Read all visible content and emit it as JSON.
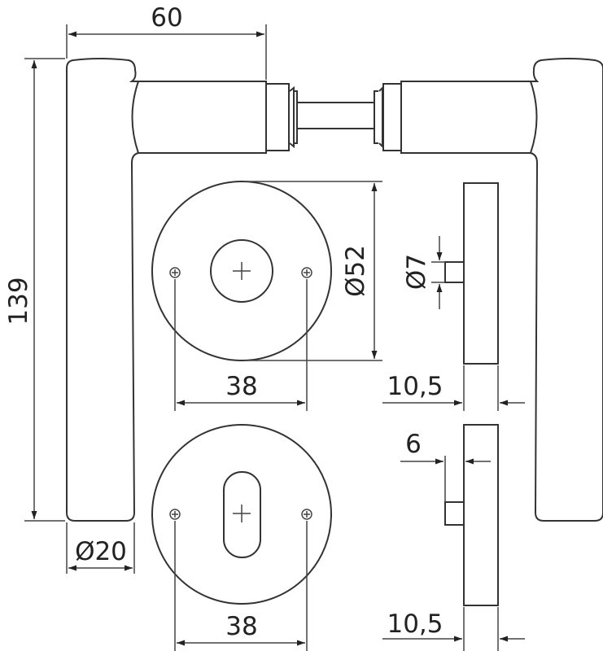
{
  "dimensions": {
    "arm_length": "60",
    "handle_height": "139",
    "rosette_diameter": "Ø52",
    "spindle_square": "Ø7",
    "screw_spacing_top": "38",
    "rosette_thickness_top": "10,5",
    "key_offset": "6",
    "grip_diameter": "Ø20",
    "screw_spacing_bottom": "38",
    "rosette_thickness_bottom": "10,5"
  }
}
